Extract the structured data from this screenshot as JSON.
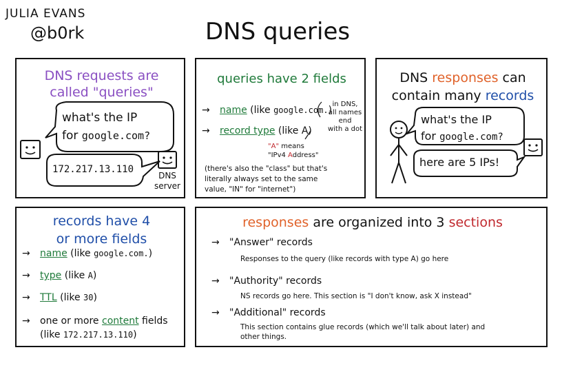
{
  "header": {
    "author_line1": "JULIA EVANS",
    "author_line2": "@b0rk",
    "title": "DNS queries"
  },
  "panel_queries": {
    "heading_line1": "DNS requests are",
    "heading_line2": "called \"queries\"",
    "bubble_q_line1": "what's the IP",
    "bubble_q_line2_pre": "for ",
    "bubble_q_domain": "google.com?",
    "bubble_ip": "172.217.13.110",
    "server_label_line1": "DNS",
    "server_label_line2": "server"
  },
  "panel_fields": {
    "heading": "queries have 2 fields",
    "field1_name": "name",
    "field1_rest_pre": " (like ",
    "field1_example": "google.com.",
    "field1_rest_post": ")",
    "field2_name": "record type",
    "field2_rest": " (like A)",
    "note_dns_line1": "in DNS,",
    "note_dns_line2": "all names",
    "note_dns_line3": "end",
    "note_dns_line4": "with a dot",
    "note_a_line1_q": "\"A\"",
    "note_a_line1_rest": " means",
    "note_a_line2_pre": "\"IPv4 ",
    "note_a_line2_a": "A",
    "note_a_line2_post": "ddress\"",
    "class_note_line1": "(there's also the \"class\" but that's",
    "class_note_line2": "literally always set to the same",
    "class_note_line3": "value, \"IN\" for \"internet\")"
  },
  "panel_responses": {
    "heading_line1_a": "DNS ",
    "heading_line1_b": "responses",
    "heading_line1_c": " can",
    "heading_line2_a": "contain many ",
    "heading_line2_b": "records",
    "bubble_q_line1": "what's the IP",
    "bubble_q_line2_pre": "for ",
    "bubble_q_domain": "google.com?",
    "bubble_a": "here are 5 IPs!"
  },
  "panel_record_fields": {
    "heading_line1": "records have 4",
    "heading_line2": "or more fields",
    "items": [
      {
        "key": "name",
        "pre": " (like ",
        "example": "google.com.",
        "post": ")"
      },
      {
        "key": "type",
        "pre": " (like ",
        "example": "A",
        "post": ")"
      },
      {
        "key": "TTL",
        "pre": " (like ",
        "example": "30",
        "post": ")"
      }
    ],
    "item4_pre": "one or more ",
    "item4_key": "content",
    "item4_post": " fields",
    "item4_line2_pre": "(like ",
    "item4_line2_example": "172.217.13.110",
    "item4_line2_post": ")"
  },
  "panel_sections": {
    "heading_a": "responses",
    "heading_b": " are organized into 3 ",
    "heading_c": "sections",
    "sections": [
      {
        "title": "\"Answer\" records",
        "desc": "Responses to the query (like records with type A) go here",
        "desc2": ""
      },
      {
        "title": "\"Authority\" records",
        "desc": "NS records go here. This section is \"I don't know, ask X instead\"",
        "desc2": ""
      },
      {
        "title": "\"Additional\" records",
        "desc": "This section contains glue records (which we'll talk about later) and",
        "desc2": "other things."
      }
    ]
  },
  "colors": {
    "purple": "#8a4fc2",
    "green": "#1f7a3a",
    "orange": "#e0622a",
    "blue": "#1f4ea8",
    "red": "#c0282d",
    "ink": "#111111"
  }
}
